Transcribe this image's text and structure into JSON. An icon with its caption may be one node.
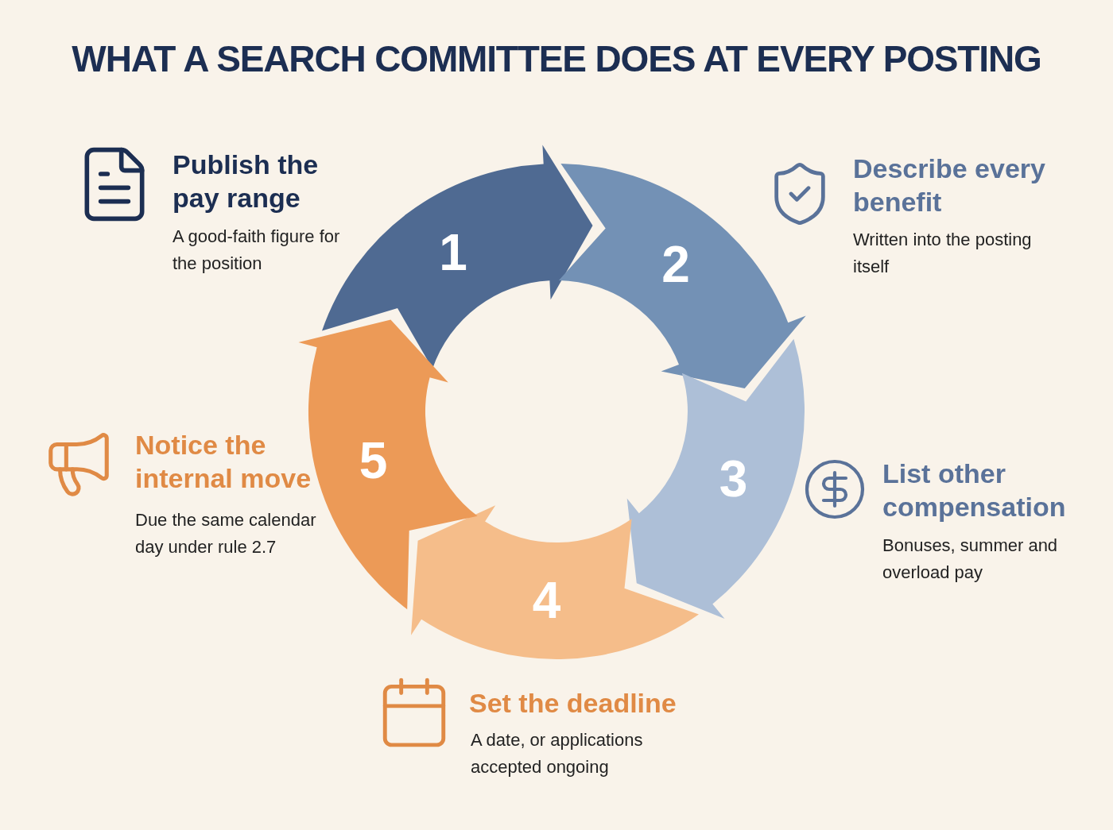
{
  "diagram": {
    "title": "WHAT A SEARCH COMMITTEE DOES AT EVERY POSTING",
    "nodes": [
      {
        "text": [
          "1"
        ]
      },
      {
        "text": [
          "2"
        ]
      },
      {
        "text": [
          "3"
        ]
      },
      {
        "text": [
          "4"
        ]
      },
      {
        "text": [
          "5"
        ]
      }
    ],
    "labels": [
      "Publish the pay range",
      "A good-faith figure for the position",
      "Describe every benefit",
      "Written into the posting itself",
      "Notice the internal move",
      "Due the same calendar day under rule 2.7",
      "List other compensation",
      "Bonuses, summer and overload pay",
      "Set the deadline",
      "A date, or applications accepted ongoing"
    ]
  }
}
